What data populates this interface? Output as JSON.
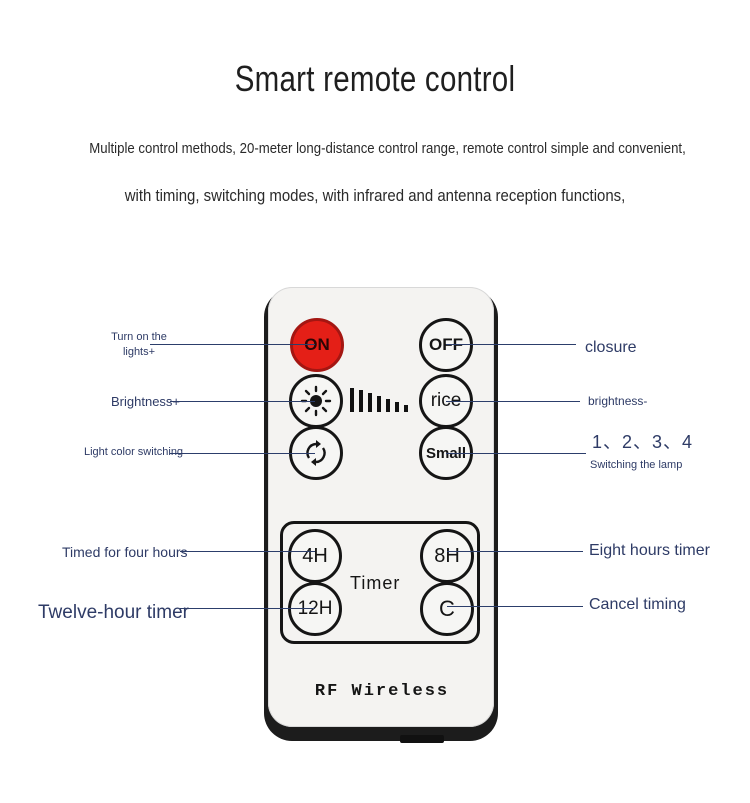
{
  "header": {
    "title": "Smart remote control",
    "subtitle_line1": "Multiple control methods, 20-meter long-distance control range, remote control simple and convenient,",
    "subtitle_line2": "with timing, switching modes, with infrared and antenna reception functions,"
  },
  "remote": {
    "buttons": {
      "on": "ON",
      "off": "OFF",
      "mode": "rice",
      "small": "Small",
      "timer_4h": "4H",
      "timer_8h": "8H",
      "timer_12h": "12H",
      "cancel": "C"
    },
    "timer_label": "Timer",
    "brand_label": "RF Wireless",
    "colors": {
      "on_button": "#e41f17",
      "body": "#f4f3f1",
      "frame": "#1c1c1c"
    }
  },
  "callouts": {
    "turn_on_line1": "Turn on the",
    "turn_on_line2": "lights+",
    "closure": "closure",
    "brightness_plus": "Brightness+",
    "brightness_minus": "brightness-",
    "light_color_switching": "Light color switching",
    "modes": "1、2、3、4",
    "switching_lamp": "Switching the lamp",
    "timed_four_hours": "Timed for four hours",
    "eight_hours_timer": "Eight hours timer",
    "twelve_hour_timer": "Twelve-hour timer",
    "cancel_timing": "Cancel timing",
    "line_color": "#2c3e6b"
  }
}
